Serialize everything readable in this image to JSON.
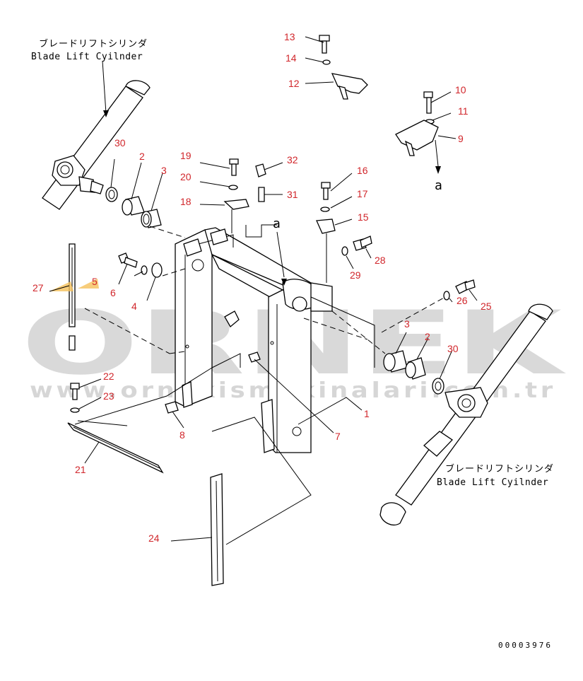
{
  "cylinder_label_left": {
    "jp": "ブレードリフトシリンダ",
    "en": "Blade Lift Cyilnder"
  },
  "cylinder_label_right": {
    "jp": "ブレードリフトシリンダ",
    "en": "Blade Lift Cyilnder"
  },
  "ref_a_top": "a",
  "ref_a_mid": "a",
  "part_numbers": {
    "p1": "1",
    "p2_left": "2",
    "p2_right": "2",
    "p3_left": "3",
    "p3_right": "3",
    "p4": "4",
    "p5": "5",
    "p6": "6",
    "p7": "7",
    "p8": "8",
    "p9": "9",
    "p10": "10",
    "p11": "11",
    "p12": "12",
    "p13": "13",
    "p14": "14",
    "p15": "15",
    "p16": "16",
    "p17": "17",
    "p18": "18",
    "p19": "19",
    "p20": "20",
    "p21": "21",
    "p22": "22",
    "p23": "23",
    "p24": "24",
    "p25": "25",
    "p26": "26",
    "p27": "27",
    "p28": "28",
    "p29": "29",
    "p30_left": "30",
    "p30_right": "30",
    "p31": "31",
    "p32": "32"
  },
  "drawing_code": "00003976",
  "watermark": {
    "brand": "ORNEK",
    "url": "www.ornekismakinalari.com.tr"
  },
  "colors": {
    "callout": "#d1262b",
    "watermark": "#c9c9c9",
    "line": "#000000"
  }
}
